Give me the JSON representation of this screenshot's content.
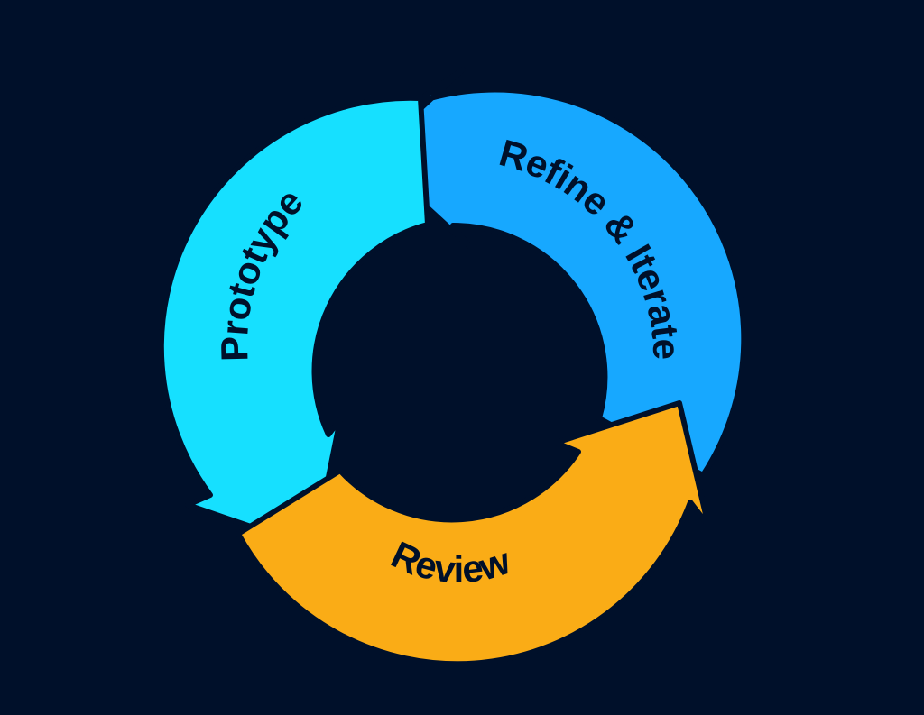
{
  "colors": {
    "background": "#00102a",
    "prototype": "#16e0ff",
    "refine": "#17a8ff",
    "review": "#faac16",
    "outline": "#00102a"
  },
  "segments": [
    {
      "label": "Prototype",
      "color": "#16e0ff",
      "icon": "curved-arrow-icon"
    },
    {
      "label": "Refine & Iterate",
      "color": "#17a8ff",
      "icon": "curved-arrow-icon"
    },
    {
      "label": "Review",
      "color": "#faac16",
      "icon": "curved-arrow-icon"
    }
  ]
}
